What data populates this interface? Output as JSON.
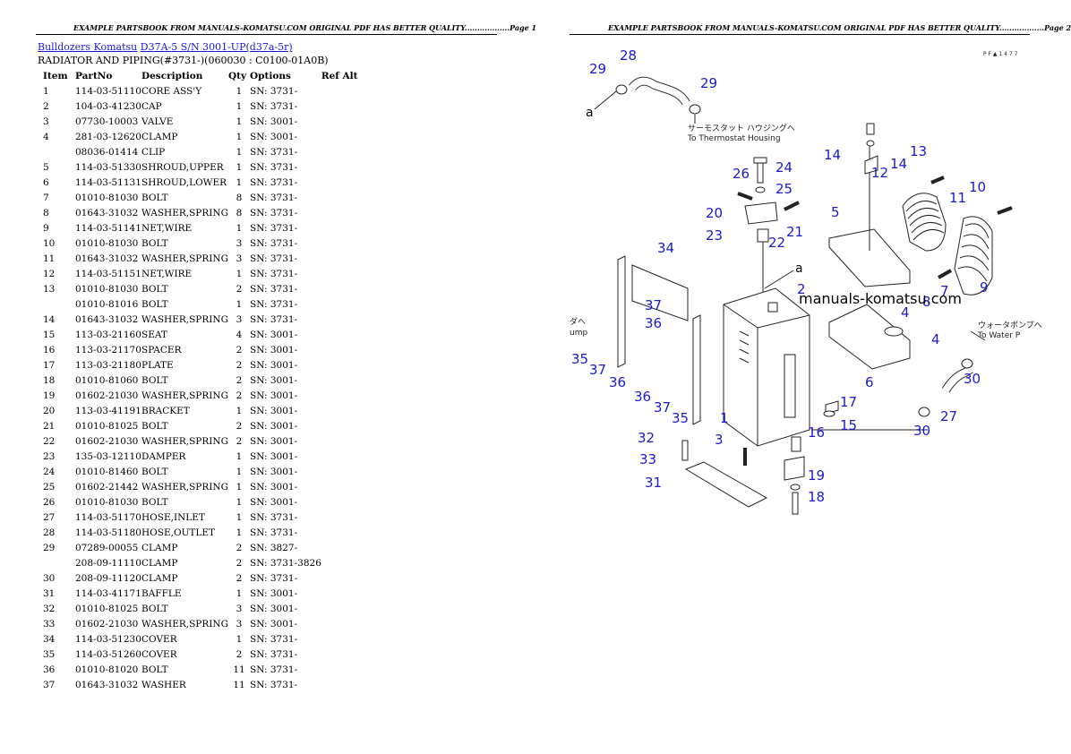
{
  "header": {
    "page1": "EXAMPLE PARTSBOOK FROM MANUALS-KOMATSU.COM ORIGINAL PDF HAS BETTER QUALITY..................Page 1",
    "page2": "EXAMPLE PARTSBOOK FROM MANUALS-KOMATSU.COM ORIGINAL PDF HAS BETTER QUALITY..................Page 2"
  },
  "breadcrumb": {
    "category": "Bulldozers Komatsu",
    "model": "D37A-5 S/N 3001-UP(d37a-5r)"
  },
  "section_title": "RADIATOR AND PIPING(#3731-)(060030 : C0100-01A0B)",
  "columns": [
    "Item",
    "PartNo",
    "Description",
    "Qty",
    "Options",
    "Ref Alt"
  ],
  "rows": [
    [
      "1",
      "114-03-51110",
      "CORE ASS'Y",
      "1",
      "SN: 3731-"
    ],
    [
      "2",
      "104-03-41230",
      "CAP",
      "1",
      "SN: 3731-"
    ],
    [
      "3",
      "07730-10003",
      "VALVE",
      "1",
      "SN: 3001-"
    ],
    [
      "4",
      "281-03-12620",
      "CLAMP",
      "1",
      "SN: 3001-"
    ],
    [
      "",
      "08036-01414",
      "CLIP",
      "1",
      "SN: 3731-"
    ],
    [
      "5",
      "114-03-51330",
      "SHROUD,UPPER",
      "1",
      "SN: 3731-"
    ],
    [
      "6",
      "114-03-51131",
      "SHROUD,LOWER",
      "1",
      "SN: 3731-"
    ],
    [
      "7",
      "01010-81030",
      "BOLT",
      "8",
      "SN: 3731-"
    ],
    [
      "8",
      "01643-31032",
      "WASHER,SPRING",
      "8",
      "SN: 3731-"
    ],
    [
      "9",
      "114-03-51141",
      "NET,WIRE",
      "1",
      "SN: 3731-"
    ],
    [
      "10",
      "01010-81030",
      "BOLT",
      "3",
      "SN: 3731-"
    ],
    [
      "11",
      "01643-31032",
      "WASHER,SPRING",
      "3",
      "SN: 3731-"
    ],
    [
      "12",
      "114-03-51151",
      "NET,WIRE",
      "1",
      "SN: 3731-"
    ],
    [
      "13",
      "01010-81030",
      "BOLT",
      "2",
      "SN: 3731-"
    ],
    [
      "",
      "01010-81016",
      "BOLT",
      "1",
      "SN: 3731-"
    ],
    [
      "14",
      "01643-31032",
      "WASHER,SPRING",
      "3",
      "SN: 3731-"
    ],
    [
      "15",
      "113-03-21160",
      "SEAT",
      "4",
      "SN: 3001-"
    ],
    [
      "16",
      "113-03-21170",
      "SPACER",
      "2",
      "SN: 3001-"
    ],
    [
      "17",
      "113-03-21180",
      "PLATE",
      "2",
      "SN: 3001-"
    ],
    [
      "18",
      "01010-81060",
      "BOLT",
      "2",
      "SN: 3001-"
    ],
    [
      "19",
      "01602-21030",
      "WASHER,SPRING",
      "2",
      "SN: 3001-"
    ],
    [
      "20",
      "113-03-41191",
      "BRACKET",
      "1",
      "SN: 3001-"
    ],
    [
      "21",
      "01010-81025",
      "BOLT",
      "2",
      "SN: 3001-"
    ],
    [
      "22",
      "01602-21030",
      "WASHER,SPRING",
      "2",
      "SN: 3001-"
    ],
    [
      "23",
      "135-03-12110",
      "DAMPER",
      "1",
      "SN: 3001-"
    ],
    [
      "24",
      "01010-81460",
      "BOLT",
      "1",
      "SN: 3001-"
    ],
    [
      "25",
      "01602-21442",
      "WASHER,SPRING",
      "1",
      "SN: 3001-"
    ],
    [
      "26",
      "01010-81030",
      "BOLT",
      "1",
      "SN: 3001-"
    ],
    [
      "27",
      "114-03-51170",
      "HOSE,INLET",
      "1",
      "SN: 3731-"
    ],
    [
      "28",
      "114-03-51180",
      "HOSE,OUTLET",
      "1",
      "SN: 3731-"
    ],
    [
      "29",
      "07289-00055",
      "CLAMP",
      "2",
      "SN: 3827-"
    ],
    [
      "",
      "208-09-11110",
      "CLAMP",
      "2",
      "SN: 3731-3826"
    ],
    [
      "30",
      "208-09-11120",
      "CLAMP",
      "2",
      "SN: 3731-"
    ],
    [
      "31",
      "114-03-41171",
      "BAFFLE",
      "1",
      "SN: 3001-"
    ],
    [
      "32",
      "01010-81025",
      "BOLT",
      "3",
      "SN: 3001-"
    ],
    [
      "33",
      "01602-21030",
      "WASHER,SPRING",
      "3",
      "SN: 3001-"
    ],
    [
      "34",
      "114-03-51230",
      "COVER",
      "1",
      "SN: 3731-"
    ],
    [
      "35",
      "114-03-51260",
      "COVER",
      "2",
      "SN: 3731-"
    ],
    [
      "36",
      "01010-81020",
      "BOLT",
      "11",
      "SN: 3731-"
    ],
    [
      "37",
      "01643-31032",
      "WASHER",
      "11",
      "SN: 3731-"
    ]
  ],
  "diagram": {
    "figure_code": "P F ▲ 1 4 7 7",
    "watermark": "manuals-komatsu.com",
    "to_thermostat_jp": "サーモスタット ハウジングへ",
    "to_thermostat": "To Thermostat Housing",
    "to_water_jp": "ウォータポンプへ",
    "to_water": "To Water P",
    "left_jp": "ダへ",
    "left_cut": "ump",
    "ref_a": "a",
    "callouts": {
      "c1": "1",
      "c2": "2",
      "c3": "3",
      "c4a": "4",
      "c4b": "4",
      "c5": "5",
      "c6": "6",
      "c7": "7",
      "c8": "8",
      "c9": "9",
      "c10": "10",
      "c11": "11",
      "c12": "12",
      "c13": "13",
      "c14a": "14",
      "c14b": "14",
      "c15": "15",
      "c16": "16",
      "c17": "17",
      "c18": "18",
      "c19": "19",
      "c20": "20",
      "c21": "21",
      "c22": "22",
      "c23": "23",
      "c24": "24",
      "c25": "25",
      "c26": "26",
      "c27": "27",
      "c28": "28",
      "c29a": "29",
      "c29b": "29",
      "c30a": "30",
      "c30b": "30",
      "c31": "31",
      "c32": "32",
      "c33": "33",
      "c34": "34",
      "c35a": "35",
      "c35b": "35",
      "c36a": "36",
      "c36b": "36",
      "c36c": "36",
      "c37a": "37",
      "c37b": "37",
      "c37c": "37"
    }
  }
}
